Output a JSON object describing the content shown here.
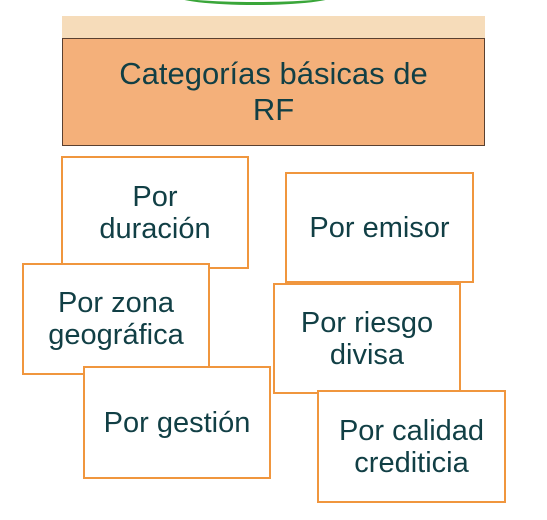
{
  "title": "Categorías básicas de\nRF",
  "cards": [
    {
      "id": "duracion",
      "label": "Por\nduración"
    },
    {
      "id": "emisor",
      "label": "Por emisor"
    },
    {
      "id": "zona",
      "label": "Por zona\ngeográfica"
    },
    {
      "id": "riesgo",
      "label": "Por riesgo\ndivisa"
    },
    {
      "id": "gestion",
      "label": "Por gestión"
    },
    {
      "id": "calidad",
      "label": "Por calidad\ncrediticia"
    }
  ]
}
